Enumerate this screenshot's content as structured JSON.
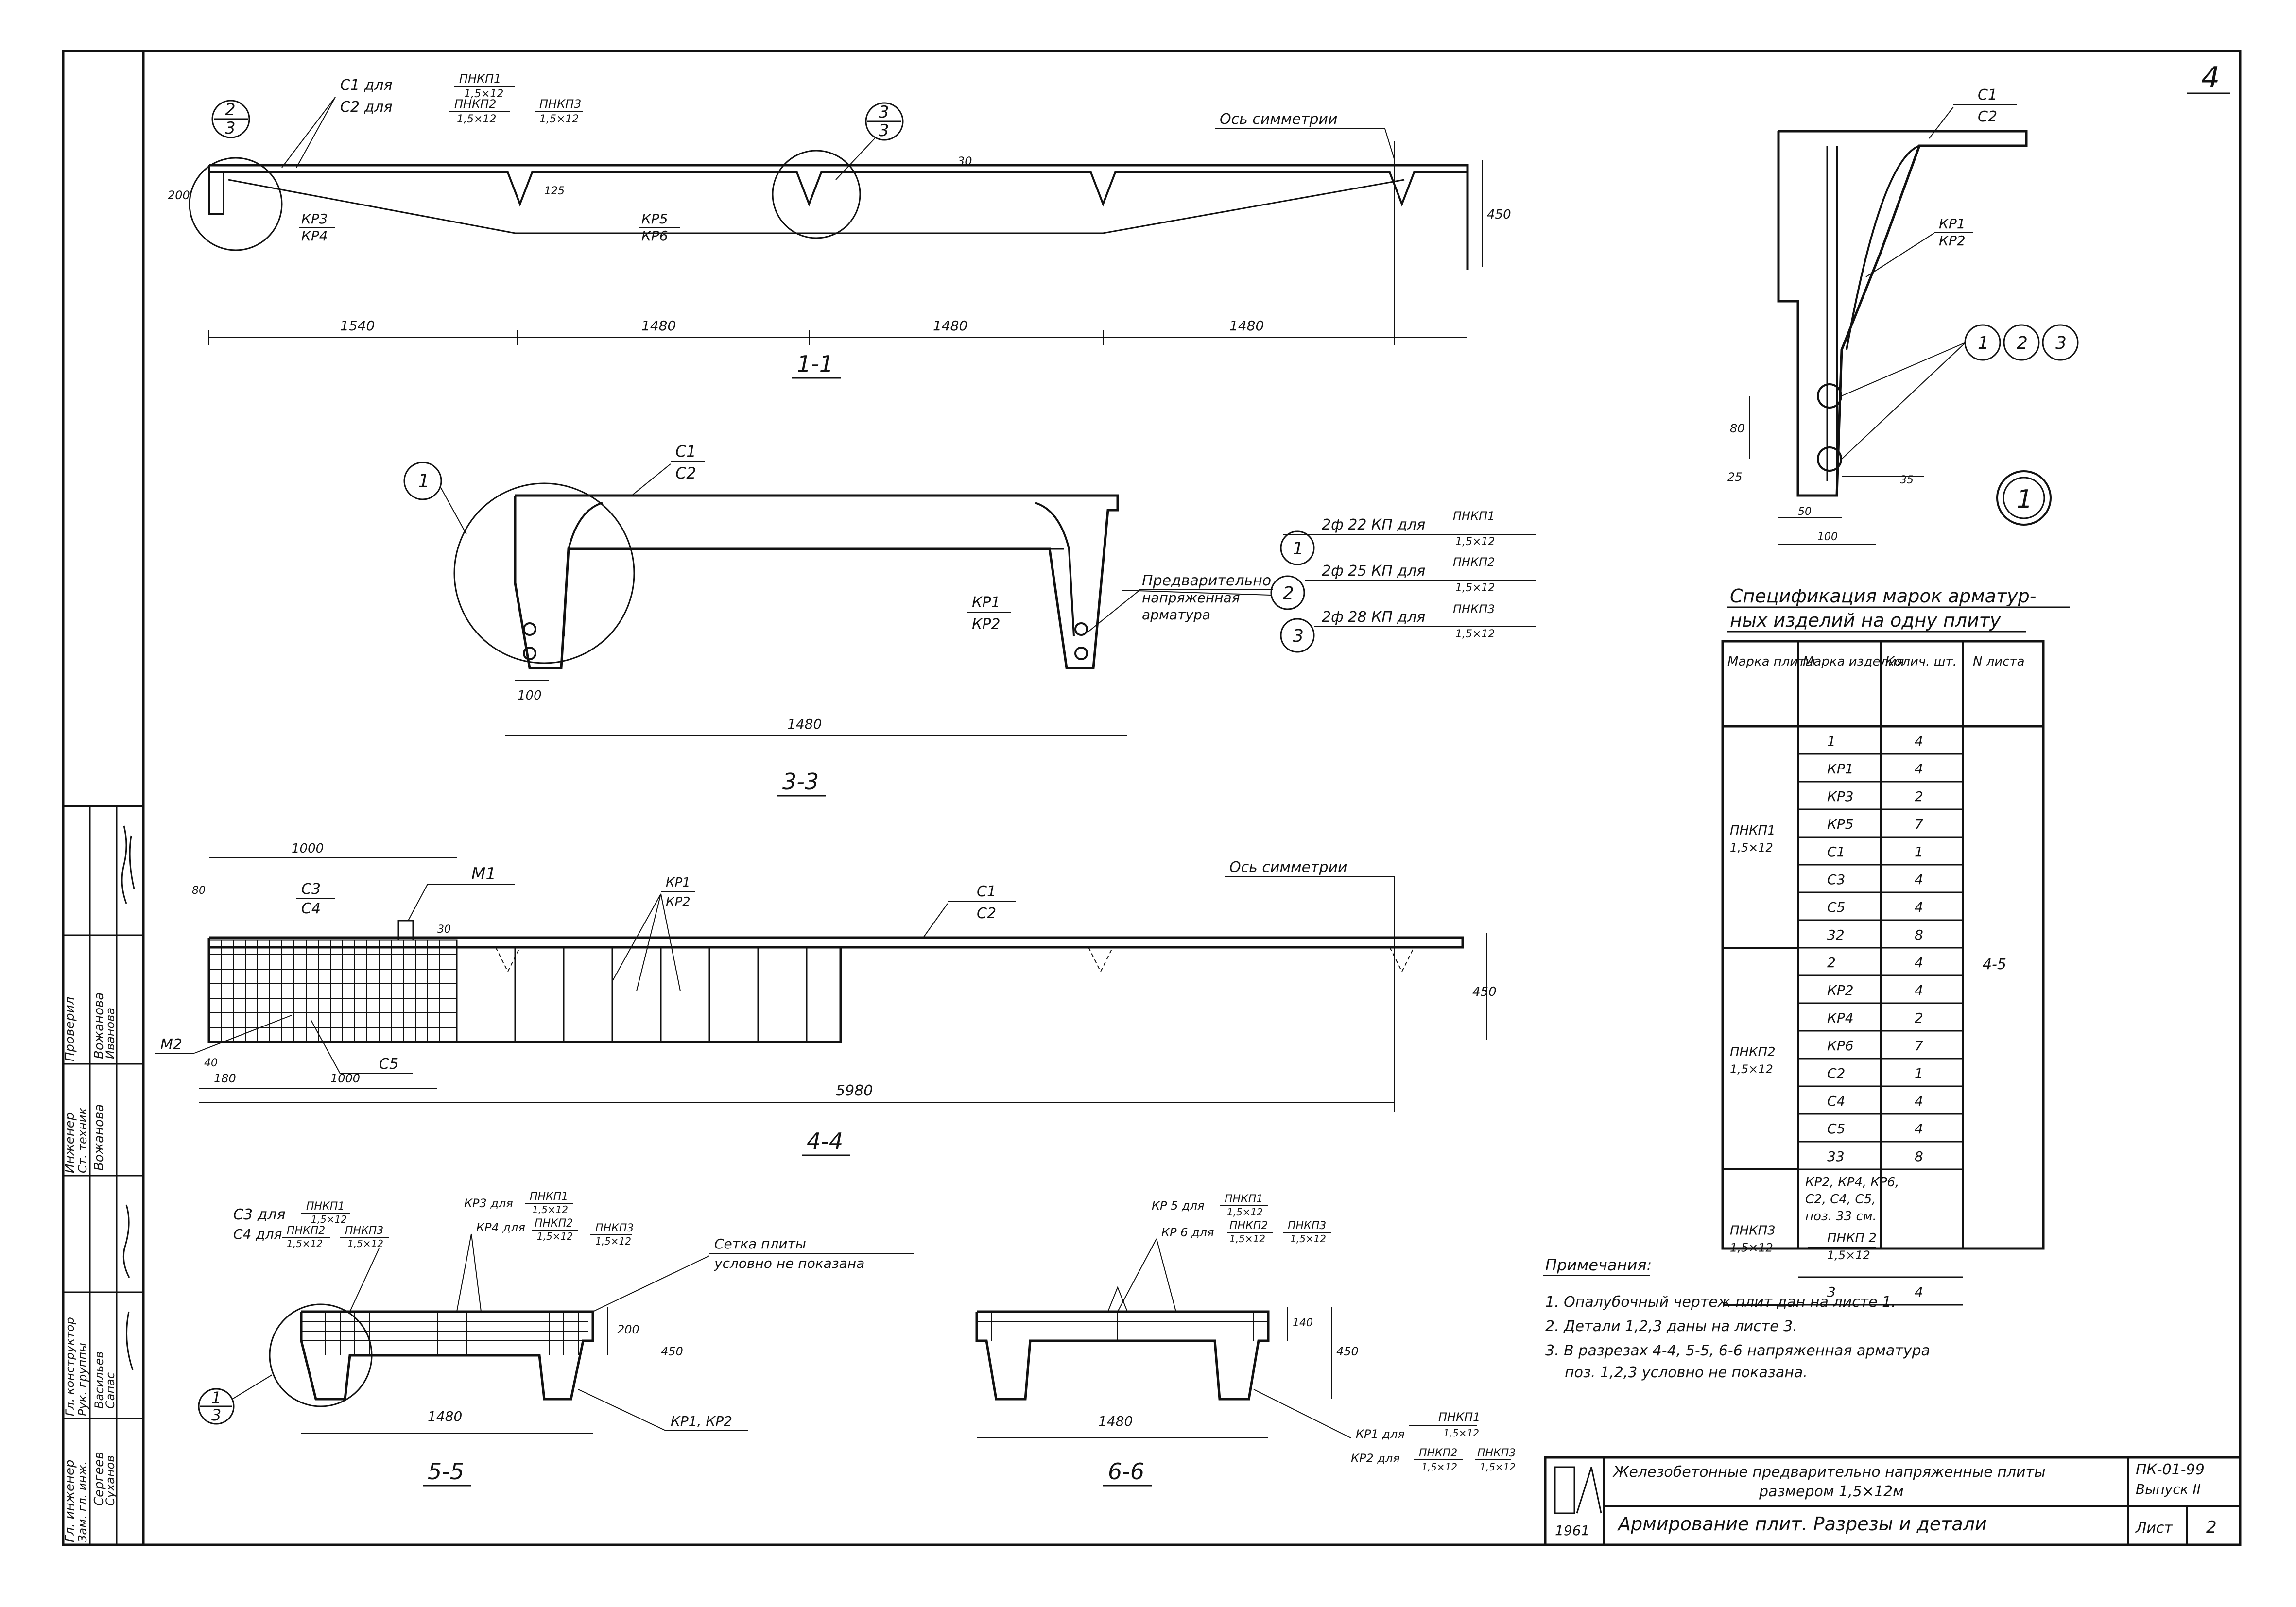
{
  "page_number": "4",
  "section_1_1": {
    "title": "1-1",
    "top_label_1": "С1 для",
    "top_label_2": "С2 для",
    "frac_c1_num": "ПНКП1",
    "frac_c1_den": "1,5×12",
    "frac_c2a_num": "ПНКП2",
    "frac_c2a_den": "1,5×12",
    "frac_c2b_num": "ПНКП3",
    "frac_c2b_den": "1,5×12",
    "sym_axis": "Ось симметрии",
    "callout_left_num": "2",
    "callout_left_den": "3",
    "callout_mid_num": "3",
    "callout_mid_den": "3",
    "kr_left_top": "КР3",
    "kr_left_bottom": "КР4",
    "kr_mid_top": "КР5",
    "kr_mid_bottom": "КР6",
    "dims": [
      "1540",
      "1480",
      "1480",
      "1480"
    ],
    "dim_200": "200",
    "dim_450": "450",
    "dim_30": "30",
    "dim_125": "125"
  },
  "section_3_3": {
    "title": "3-3",
    "c1": "С1",
    "c2": "С2",
    "kr_top": "КР1",
    "kr_bottom": "КР2",
    "prestress_1": "Предварительно",
    "prestress_2": "напряженная",
    "prestress_3": "арматура",
    "dim_100": "100",
    "dim_1480": "1480",
    "callout": "1",
    "rebars": [
      {
        "n": "1",
        "text": "2ф 22 КП для",
        "num": "ПНКП1",
        "den": "1,5×12"
      },
      {
        "n": "2",
        "text": "2ф 25 КП для",
        "num": "ПНКП2",
        "den": "1,5×12"
      },
      {
        "n": "3",
        "text": "2ф 28 КП для",
        "num": "ПНКП3",
        "den": "1,5×12"
      }
    ]
  },
  "section_4_4": {
    "title": "4-4",
    "dim_1000_top": "1000",
    "c3": "С3",
    "c4": "С4",
    "m1": "М1",
    "m2": "М2",
    "kr1": "КР1",
    "kr2": "КР2",
    "c1": "С1",
    "c2": "С2",
    "sym_axis": "Ось симметрии",
    "c5": "С5",
    "dim_40": "40",
    "dim_180": "180",
    "dim_1000": "1000",
    "dim_5980": "5980",
    "dim_450": "450",
    "dim_30": "30",
    "dim_80": "80"
  },
  "section_5_5": {
    "title": "5-5",
    "c3": "С3 для",
    "c4": "С4 для",
    "c3_num": "ПНКП1",
    "c3_den": "1,5×12",
    "c4a_num": "ПНКП2",
    "c4a_den": "1,5×12",
    "c4b_num": "ПНКП3",
    "c4b_den": "1,5×12",
    "kr3": "КР3 для",
    "kr4": "КР4 для",
    "kr3_num": "ПНКП1",
    "kr3_den": "1,5×12",
    "kr4a_num": "ПНКП2",
    "kr4a_den": "1,5×12",
    "kr4b_num": "ПНКП3",
    "kr4b_den": "1,5×12",
    "mesh_1": "Сетка плиты",
    "mesh_2": "условно не показана",
    "dim_200": "200",
    "dim_450": "450",
    "dim_1480": "1480",
    "kr_label": "КР1, КР2",
    "callout_num": "1",
    "callout_den": "3"
  },
  "section_6_6": {
    "title": "6-6",
    "kr5": "КР 5 для",
    "kr6": "КР 6 для",
    "kr5_num": "ПНКП1",
    "kr5_den": "1,5×12",
    "kr6a_num": "ПНКП2",
    "kr6a_den": "1,5×12",
    "kr6b_num": "ПНКП3",
    "kr6b_den": "1,5×12",
    "dim_140": "140",
    "dim_450": "450",
    "dim_1480": "1480",
    "kr1": "КР1 для",
    "kr2": "КР2 для",
    "kr1_num": "ПНКП1",
    "kr1_den": "1,5×12",
    "kr2a_num": "ПНКП2",
    "kr2a_den": "1,5×12",
    "kr2b_num": "ПНКП3",
    "kr2b_den": "1,5×12"
  },
  "detail_1": {
    "c1": "С1",
    "c2": "С2",
    "kr1": "КР1",
    "kr2": "КР2",
    "callouts": [
      "1",
      "2",
      "3"
    ],
    "dim_80": "80",
    "dim_25": "25",
    "dim_50": "50",
    "dim_100": "100",
    "dim_35": "35",
    "marker": "1"
  },
  "spec": {
    "title_1": "Спецификация марок арматур-",
    "title_2": "ных изделий на одну плиту",
    "headers": [
      "Марка плиты",
      "Марка изделия",
      "Колич. шт.",
      "N листа"
    ],
    "groups": [
      {
        "mark": "ПНКП1",
        "size": "1,5×12",
        "rows": [
          [
            "1",
            "4"
          ],
          [
            "КР1",
            "4"
          ],
          [
            "КР3",
            "2"
          ],
          [
            "КР5",
            "7"
          ],
          [
            "С1",
            "1"
          ],
          [
            "С3",
            "4"
          ],
          [
            "С5",
            "4"
          ],
          [
            "32",
            "8"
          ]
        ]
      },
      {
        "mark": "ПНКП2",
        "size": "1,5×12",
        "rows": [
          [
            "2",
            "4"
          ],
          [
            "КР2",
            "4"
          ],
          [
            "КР4",
            "2"
          ],
          [
            "КР6",
            "7"
          ],
          [
            "С2",
            "1"
          ],
          [
            "С4",
            "4"
          ],
          [
            "С5",
            "4"
          ],
          [
            "33",
            "8"
          ]
        ]
      },
      {
        "mark": "ПНКП3",
        "size": "1,5×12",
        "note_1": "КР2, КР4, КР6,",
        "note_2": "С2, С4, С5,",
        "note_3": "поз. 33 см.",
        "note_num": "ПНКП 2",
        "note_den": "1,5×12",
        "rows": [
          [
            "3",
            "4"
          ]
        ]
      }
    ],
    "sheet": "4-5"
  },
  "notes": {
    "title": "Примечания:",
    "items": [
      "1. Опалубочный чертеж плит дан на листе 1.",
      "2. Детали 1,2,3 даны на листе 3.",
      "3. В разрезах 4-4, 5-5, 6-6 напряженная арматура",
      "поз. 1,2,3 условно не показана."
    ]
  },
  "stamp": {
    "roles": [
      "Гл. инженер",
      "Зам. гл. инж.",
      "Гл. конструктор",
      "Рук. группы",
      "Инженер",
      "Ст. техник",
      "Проверил"
    ],
    "names": [
      "Сергеев",
      "Суханов",
      "Васильев",
      "Сапас",
      "Вожанова",
      "Иванова",
      "Вожанова"
    ],
    "title_1": "Железобетонные предварительно напряженные плиты",
    "title_2": "размером 1,5×12м",
    "subtitle": "Армирование плит. Разрезы и детали",
    "code": "ПК-01-99",
    "issue": "Выпуск II",
    "sheet_label": "Лист",
    "sheet_num": "2",
    "year": "1961"
  }
}
